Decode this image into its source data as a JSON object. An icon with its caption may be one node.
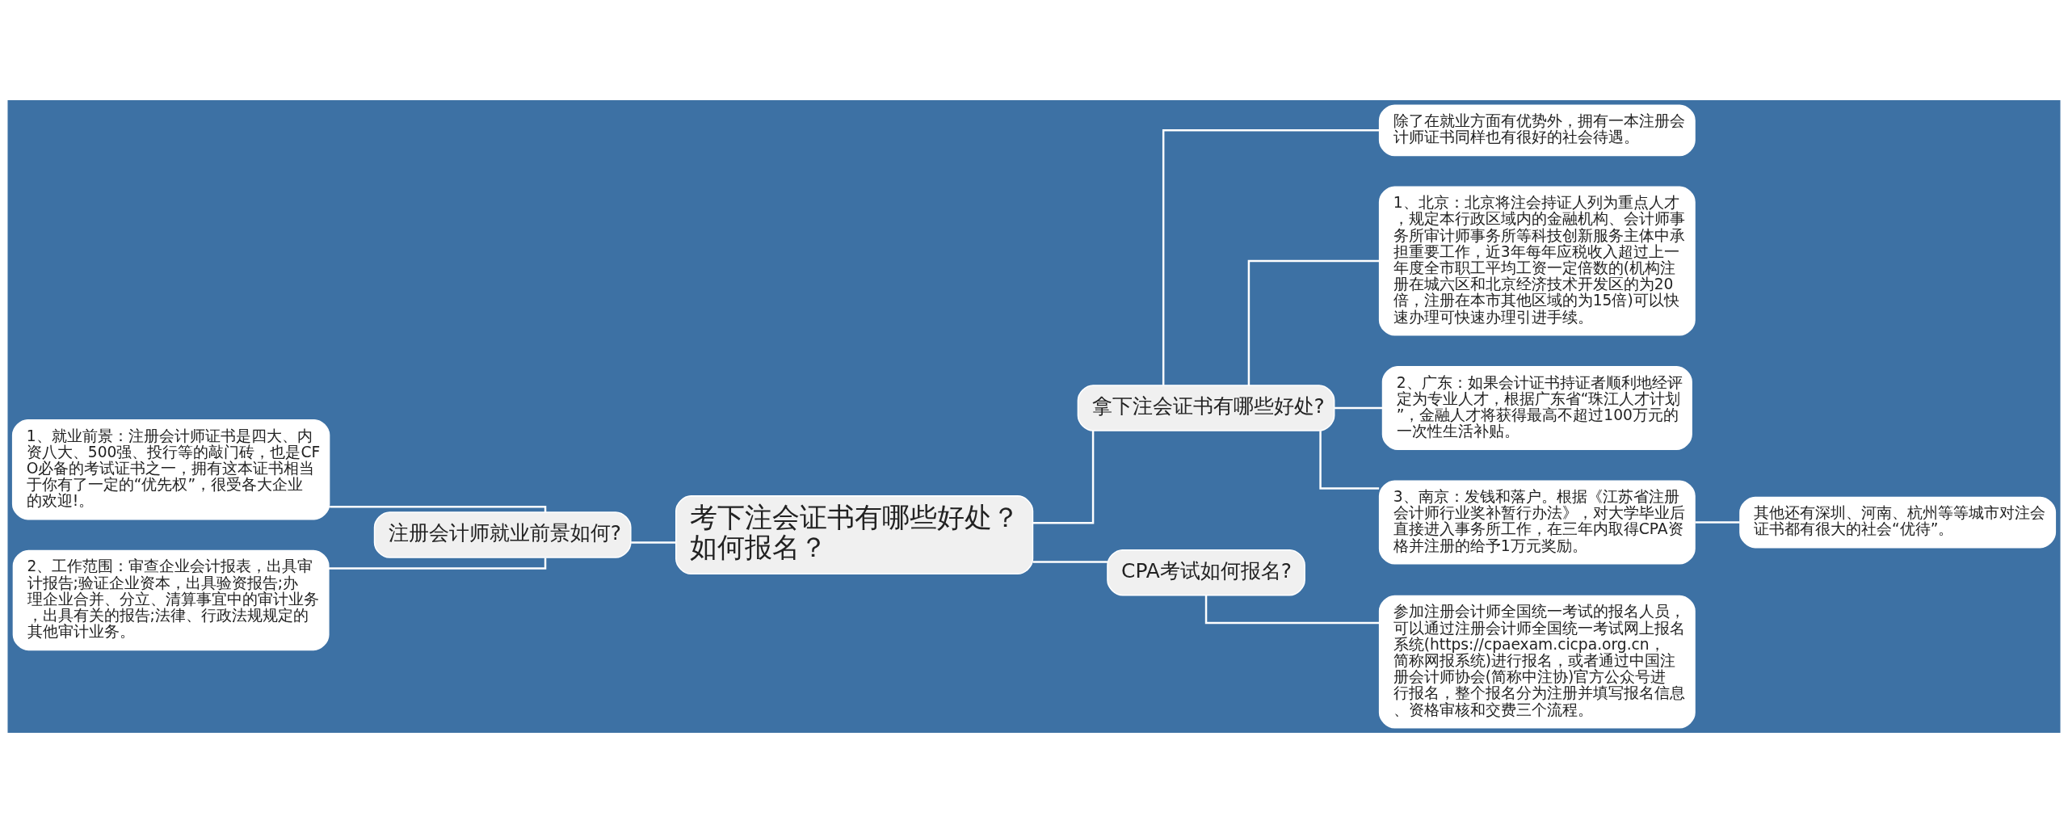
{
  "diagram": {
    "nodes": [
      {
        "text": [
          "考下注会证书有哪些好处？如何报名？"
        ]
      },
      {
        "text": [
          "注册会计师就业前景如何?"
        ]
      },
      {
        "text": [
          "1、就业前景：注册会计师证书是四大、内资八大、500强、投行等的敲门砖，也是CFO必备的考试证书之一，拥有这本证书相当于你有了一定的“优先权”，很受各大企业的欢迎!。"
        ]
      },
      {
        "text": [
          "2、工作范围：审查企业会计报表，出具审计报告;验证企业资本，出具验资报告;办理企业合并、分立、清算事宜中的审计业务，出具有关的报告;法律、行政法规规定的其他审计业务。"
        ]
      },
      {
        "text": [
          "拿下注会证书有哪些好处?"
        ]
      },
      {
        "text": [
          "除了在就业方面有优势外，拥有一本注册会计师证书同样也有很好的社会待遇。"
        ]
      },
      {
        "text": [
          "1、北京：北京将注会持证人列为重点人才，规定本行政区域内的金融机构、会计师事务所审计师事务所等科技创新服务主体中承担重要工作，近3年每年应税收入超过上一年度全市职工平均工资一定倍数的(机构注册在城六区和北京经济技术开发区的为20倍，注册在本市其他区域的为15倍)可以快速办理可快速办理引进手续。"
        ]
      },
      {
        "text": [
          "2、广东：如果会计证书持证者顺利地经评定为专业人才，根据广东省“珠江人才计划”，金融人才将获得最高不超过100万元的一次性生活补贴。"
        ]
      },
      {
        "text": [
          "3、南京：发钱和落户。根据《江苏省注册会计师行业奖补暂行办法》，对大学毕业后直接进入事务所工作，在三年内取得CPA资格并注册的给予1万元奖励。"
        ]
      },
      {
        "text": [
          "其他还有深圳、河南、杭州等等城市对注会证书都有很大的社会“优待”。"
        ]
      },
      {
        "text": [
          "CPA考试如何报名?"
        ]
      },
      {
        "text": [
          "参加注册会计师全国统一考试的报名人员，可以通过注册会计师全国统一考试网上报名系统(https://cpaexam.cicpa.org.cn，简称网报系统)进行报名，或者通过中国注册会计师协会(简称中注协)官方公众号进行报名，整个报名分为注册并填写报名信息、资格审核和交费三个流程。"
        ]
      }
    ],
    "edges": [
      {
        "from": 0,
        "to": 1,
        "arrow": "none"
      },
      {
        "from": 1,
        "to": 2,
        "arrow": "none"
      },
      {
        "from": 1,
        "to": 3,
        "arrow": "none"
      },
      {
        "from": 0,
        "to": 4,
        "arrow": "none"
      },
      {
        "from": 4,
        "to": 5,
        "arrow": "none"
      },
      {
        "from": 4,
        "to": 6,
        "arrow": "none"
      },
      {
        "from": 4,
        "to": 7,
        "arrow": "none"
      },
      {
        "from": 4,
        "to": 8,
        "arrow": "none"
      },
      {
        "from": 8,
        "to": 9,
        "arrow": "none"
      },
      {
        "from": 0,
        "to": 10,
        "arrow": "none"
      },
      {
        "from": 10,
        "to": 11,
        "arrow": "none"
      }
    ]
  }
}
